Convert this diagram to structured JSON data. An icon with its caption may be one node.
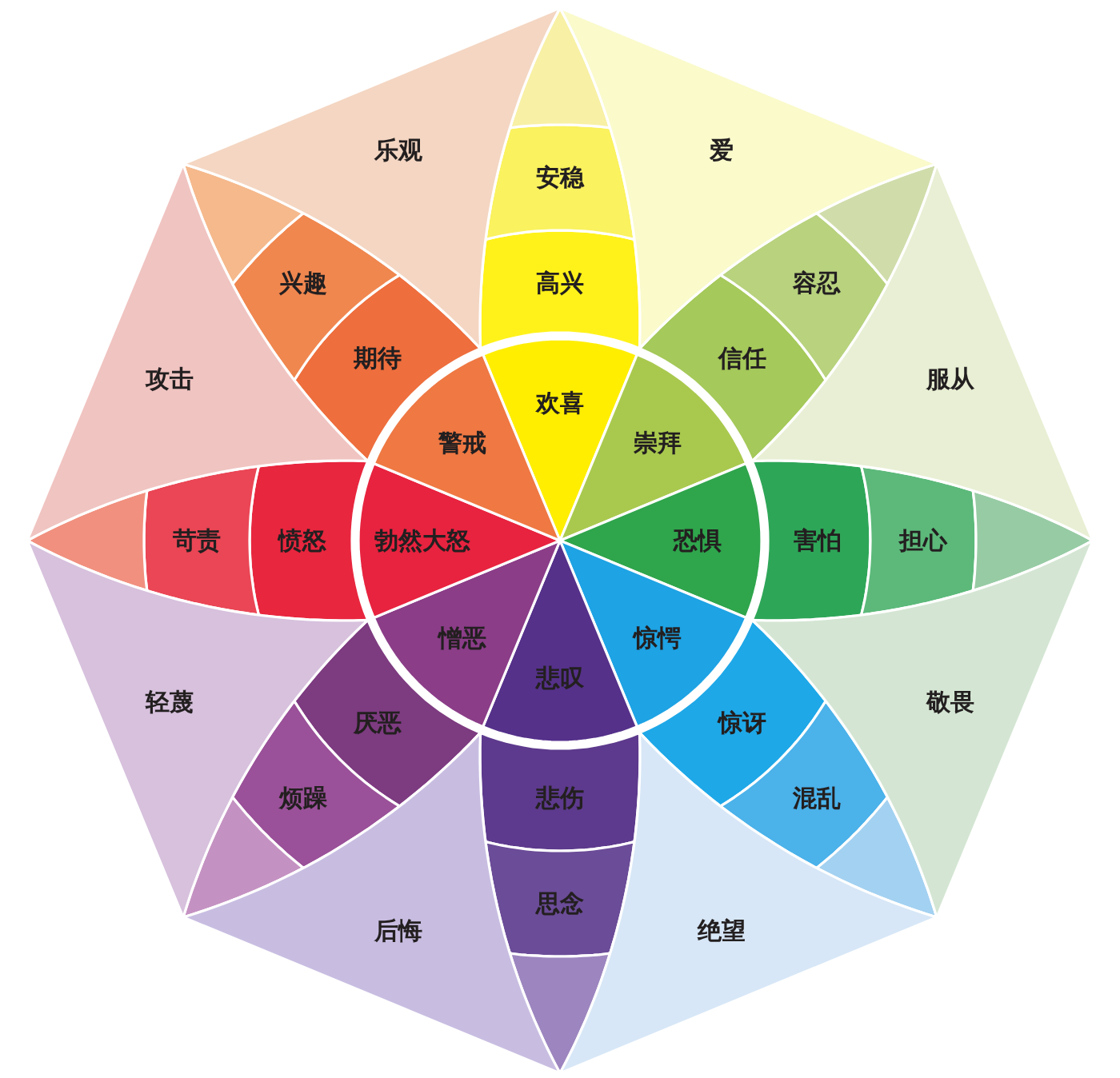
{
  "diagram": {
    "nodes": [
      {
        "text": [
          "欢喜"
        ]
      },
      {
        "text": [
          "高兴"
        ]
      },
      {
        "text": [
          "安稳"
        ]
      },
      {
        "text": [],
        "shape": "petal"
      },
      {
        "text": [
          "崇拜"
        ]
      },
      {
        "text": [
          "信任"
        ]
      },
      {
        "text": [
          "容忍"
        ]
      },
      {
        "text": [],
        "shape": "petal"
      },
      {
        "text": [
          "恐惧"
        ]
      },
      {
        "text": [
          "害怕"
        ]
      },
      {
        "text": [
          "担心"
        ]
      },
      {
        "text": [],
        "shape": "petal"
      },
      {
        "text": [
          "惊愕"
        ]
      },
      {
        "text": [
          "惊讶"
        ]
      },
      {
        "text": [
          "混乱"
        ]
      },
      {
        "text": [],
        "shape": "petal"
      },
      {
        "text": [
          "悲叹"
        ]
      },
      {
        "text": [
          "悲伤"
        ]
      },
      {
        "text": [
          "思念"
        ]
      },
      {
        "text": [],
        "shape": "petal"
      },
      {
        "text": [
          "憎恶"
        ]
      },
      {
        "text": [
          "厌恶"
        ]
      },
      {
        "text": [
          "烦躁"
        ]
      },
      {
        "text": [],
        "shape": "petal"
      },
      {
        "text": [
          "勃然大怒"
        ]
      },
      {
        "text": [
          "愤怒"
        ]
      },
      {
        "text": [
          "苛责"
        ]
      },
      {
        "text": [],
        "shape": "petal"
      },
      {
        "text": [
          "警戒"
        ]
      },
      {
        "text": [
          "期待"
        ]
      },
      {
        "text": [
          "兴趣"
        ]
      },
      {
        "text": [],
        "shape": "petal"
      },
      {
        "text": [
          "爱"
        ]
      },
      {
        "text": [
          "服从"
        ]
      },
      {
        "text": [
          "敬畏"
        ]
      },
      {
        "text": [
          "绝望"
        ]
      },
      {
        "text": [
          "后悔"
        ]
      },
      {
        "text": [
          "轻蔑"
        ]
      },
      {
        "text": [
          "攻击"
        ]
      },
      {
        "text": [
          "乐观"
        ]
      }
    ]
  }
}
